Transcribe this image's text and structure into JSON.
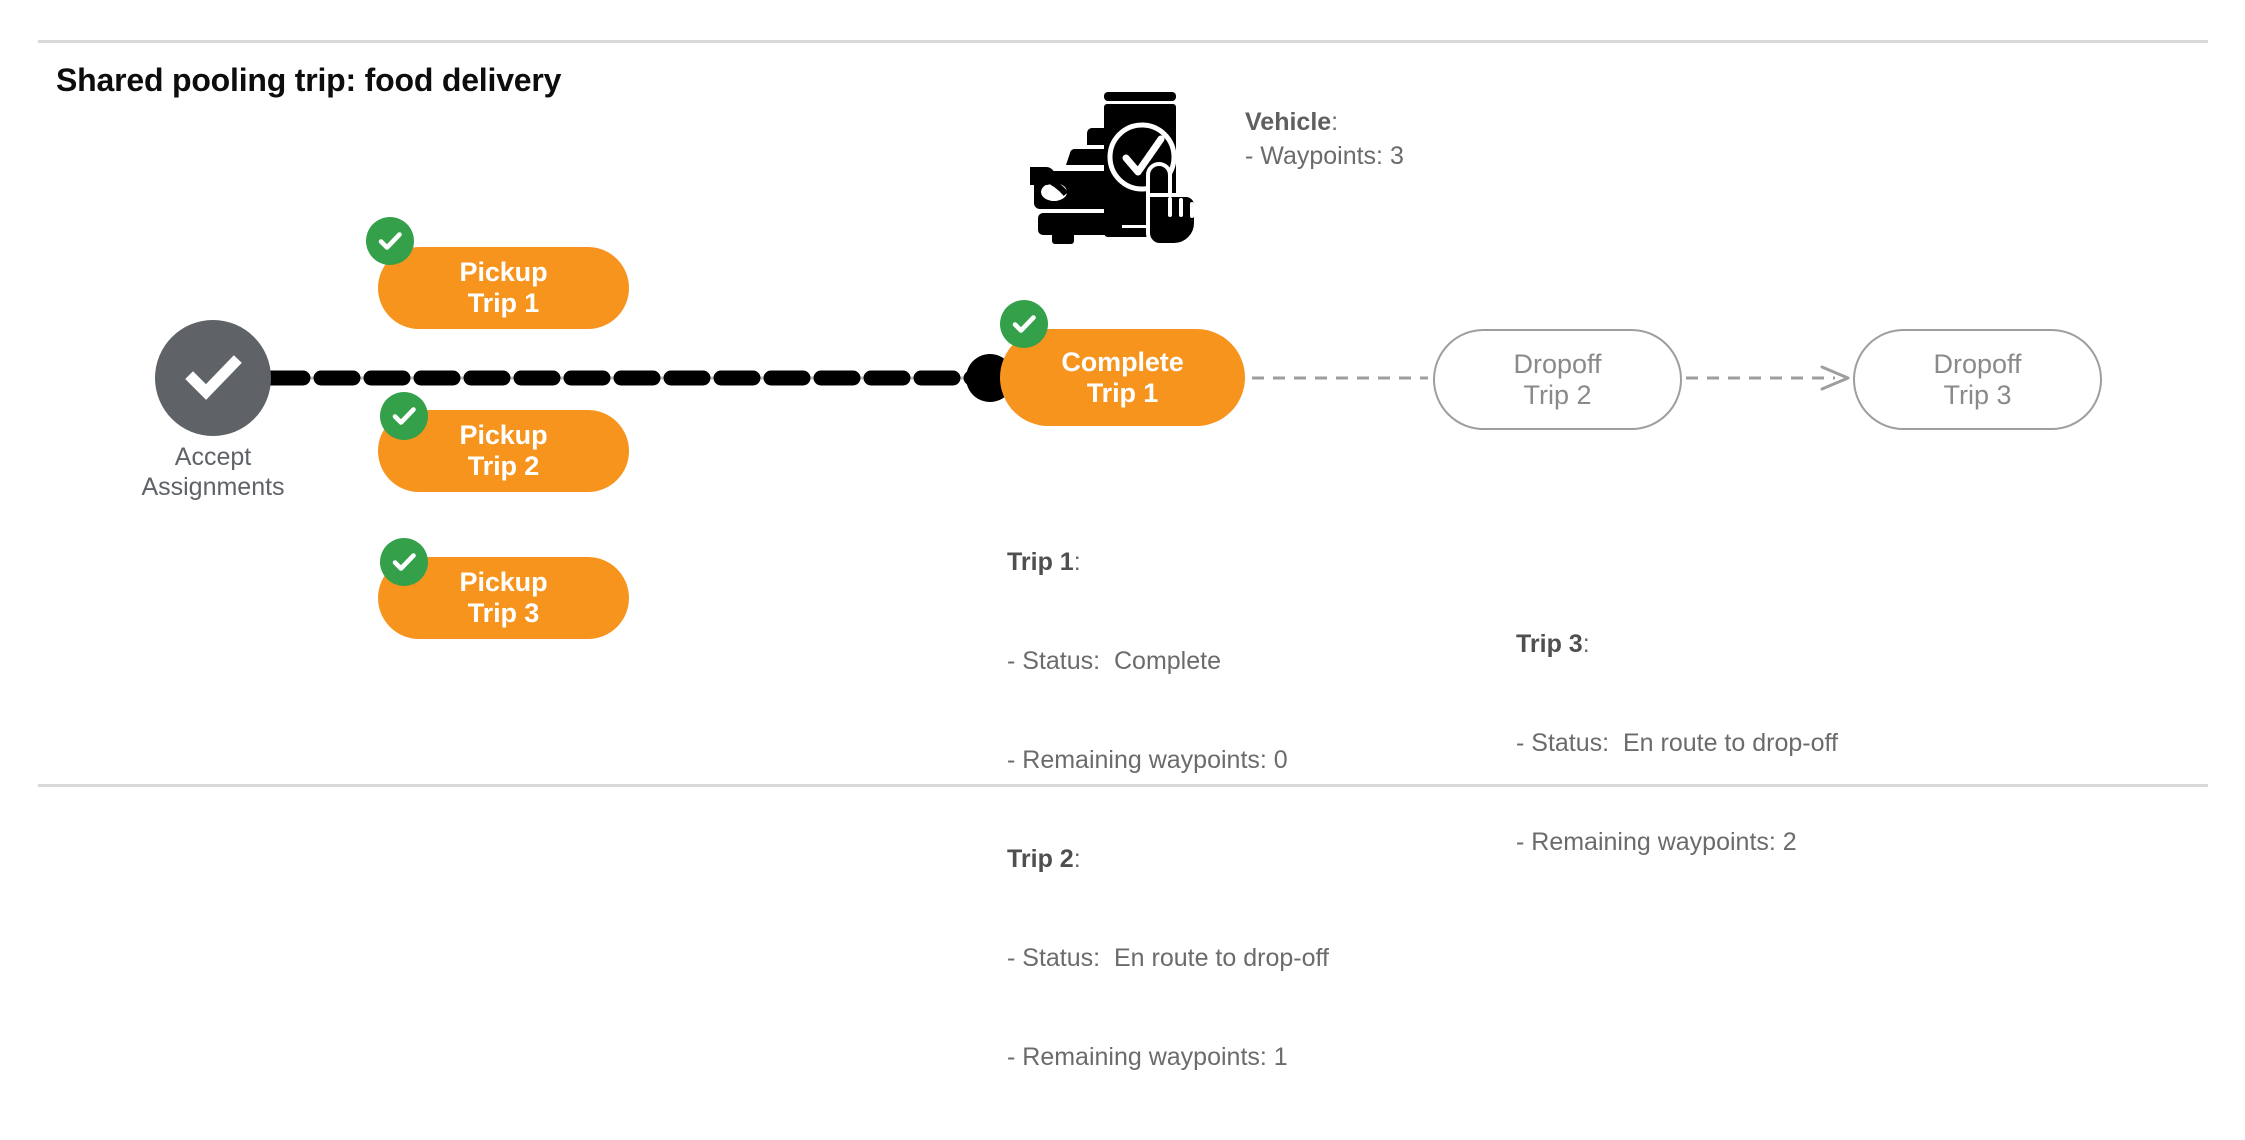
{
  "page": {
    "title": "Shared pooling trip: food delivery"
  },
  "colors": {
    "orange": "#f7941e",
    "green": "#34a04a",
    "gray_node": "#5f6368",
    "outline_gray": "#9e9e9e",
    "text_gray": "#6b6b6b",
    "rule_gray": "#d9d9d9",
    "black": "#000000",
    "white": "#ffffff"
  },
  "diagram": {
    "start_node": {
      "icon": "check-circle-icon",
      "label_line1": "Accept",
      "label_line2": "Assignments"
    },
    "pickup_nodes": [
      {
        "badge": "check-badge-icon",
        "line1": "Pickup",
        "line2": "Trip 1"
      },
      {
        "badge": "check-badge-icon",
        "line1": "Pickup",
        "line2": "Trip 2"
      },
      {
        "badge": "check-badge-icon",
        "line1": "Pickup",
        "line2": "Trip 3"
      }
    ],
    "complete_node": {
      "badge": "check-badge-icon",
      "line1": "Complete",
      "line2": "Trip 1"
    },
    "dropoff_nodes": [
      {
        "line1": "Dropoff",
        "line2": "Trip 2"
      },
      {
        "line1": "Dropoff",
        "line2": "Trip 3"
      }
    ]
  },
  "vehicle": {
    "icon": "car-mobile-check-icon",
    "heading": "Vehicle",
    "heading_suffix": ":",
    "detail": "- Waypoints: 3"
  },
  "trip_info": {
    "left": {
      "trip1_heading": "Trip 1",
      "trip1_heading_suffix": ":",
      "trip1_status": "- Status:  Complete",
      "trip1_waypoints": "- Remaining waypoints: 0",
      "trip2_heading": "Trip 2",
      "trip2_heading_suffix": ":",
      "trip2_status": "- Status:  En route to drop-off",
      "trip2_waypoints": "- Remaining waypoints: 1"
    },
    "right": {
      "trip3_heading": "Trip 3",
      "trip3_heading_suffix": ":",
      "trip3_status": "- Status:  En route to drop-off",
      "trip3_waypoints": "- Remaining waypoints: 2"
    }
  }
}
